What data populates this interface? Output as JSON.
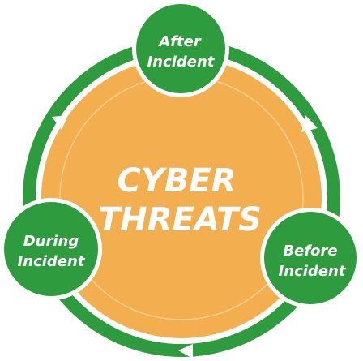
{
  "diagram": {
    "center": {
      "line1": "CYBER",
      "line2": "THREATS"
    },
    "nodes": {
      "after": {
        "line1": "After",
        "line2": "Incident"
      },
      "before": {
        "line1": "Before",
        "line2": "Incident"
      },
      "during": {
        "line1": "During",
        "line2": "Incident"
      }
    }
  },
  "colors": {
    "ring_green": "#2e9b3e",
    "node_green": "#2e9b3e",
    "core_orange": "#f3ae4f",
    "inner_line": "#f7cf8e",
    "white": "#ffffff"
  },
  "icons": [
    "arrowhead-icon"
  ]
}
